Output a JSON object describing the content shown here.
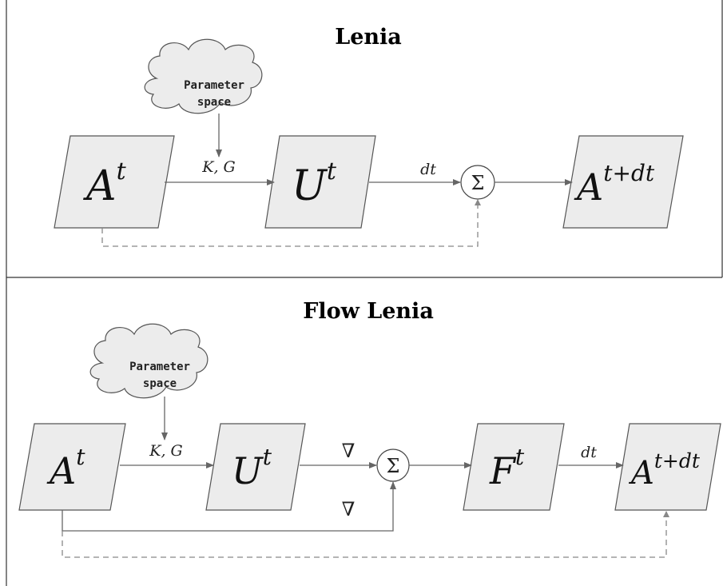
{
  "lenia": {
    "title": "Lenia",
    "cloud_line1": "Parameter",
    "cloud_line2": "space",
    "node_a": "A",
    "node_a_sup": "t",
    "node_u": "U",
    "node_u_sup": "t",
    "node_out": "A",
    "node_out_sup": "t+dt",
    "edge_kg": "K, G",
    "edge_dt": "dt",
    "sum_symbol": "Σ"
  },
  "flow_lenia": {
    "title": "Flow Lenia",
    "cloud_line1": "Parameter",
    "cloud_line2": "space",
    "node_a": "A",
    "node_a_sup": "t",
    "node_u": "U",
    "node_u_sup": "t",
    "node_f": "F",
    "node_f_sup": "t",
    "node_out": "A",
    "node_out_sup": "t+dt",
    "edge_kg": "K, G",
    "edge_grad_top": "∇",
    "edge_grad_bottom": "∇",
    "edge_dt": "dt",
    "sum_symbol": "Σ"
  },
  "colors": {
    "node_fill": "#ececec",
    "node_stroke": "#555555",
    "arrow": "#666666",
    "dashed": "#888888"
  }
}
